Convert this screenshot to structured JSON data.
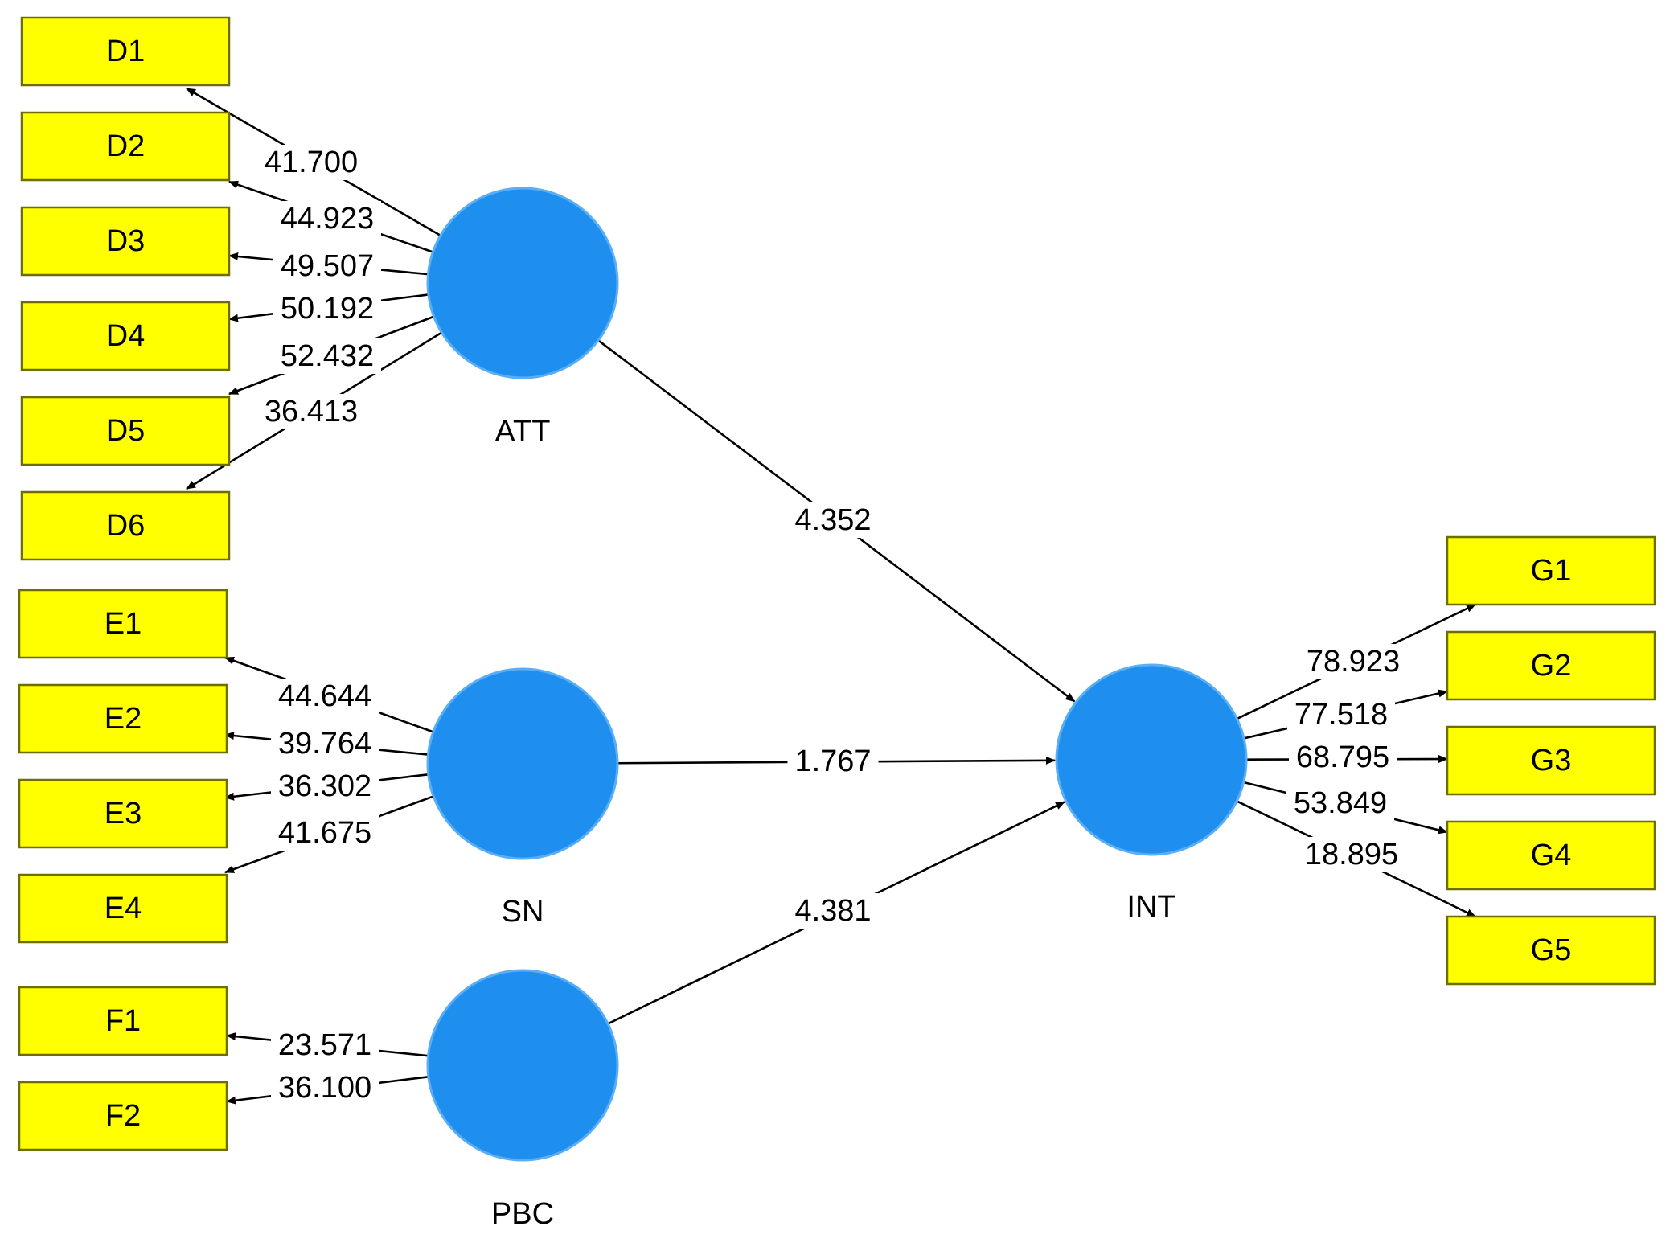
{
  "constructs": [
    {
      "id": "ATT",
      "label": "ATT"
    },
    {
      "id": "SN",
      "label": "SN"
    },
    {
      "id": "PBC",
      "label": "PBC"
    },
    {
      "id": "INT",
      "label": "INT"
    }
  ],
  "indicators": [
    {
      "id": "D1",
      "label": "D1"
    },
    {
      "id": "D2",
      "label": "D2"
    },
    {
      "id": "D3",
      "label": "D3"
    },
    {
      "id": "D4",
      "label": "D4"
    },
    {
      "id": "D5",
      "label": "D5"
    },
    {
      "id": "D6",
      "label": "D6"
    },
    {
      "id": "E1",
      "label": "E1"
    },
    {
      "id": "E2",
      "label": "E2"
    },
    {
      "id": "E3",
      "label": "E3"
    },
    {
      "id": "E4",
      "label": "E4"
    },
    {
      "id": "F1",
      "label": "F1"
    },
    {
      "id": "F2",
      "label": "F2"
    },
    {
      "id": "G1",
      "label": "G1"
    },
    {
      "id": "G2",
      "label": "G2"
    },
    {
      "id": "G3",
      "label": "G3"
    },
    {
      "id": "G4",
      "label": "G4"
    },
    {
      "id": "G5",
      "label": "G5"
    }
  ],
  "outer_loadings": [
    {
      "from": "ATT",
      "to": "D1",
      "value": "41.700"
    },
    {
      "from": "ATT",
      "to": "D2",
      "value": "44.923"
    },
    {
      "from": "ATT",
      "to": "D3",
      "value": "49.507"
    },
    {
      "from": "ATT",
      "to": "D4",
      "value": "50.192"
    },
    {
      "from": "ATT",
      "to": "D5",
      "value": "52.432"
    },
    {
      "from": "ATT",
      "to": "D6",
      "value": "36.413"
    },
    {
      "from": "SN",
      "to": "E1",
      "value": "44.644"
    },
    {
      "from": "SN",
      "to": "E2",
      "value": "39.764"
    },
    {
      "from": "SN",
      "to": "E3",
      "value": "36.302"
    },
    {
      "from": "SN",
      "to": "E4",
      "value": "41.675"
    },
    {
      "from": "PBC",
      "to": "F1",
      "value": "23.571"
    },
    {
      "from": "PBC",
      "to": "F2",
      "value": "36.100"
    },
    {
      "from": "INT",
      "to": "G1",
      "value": "78.923"
    },
    {
      "from": "INT",
      "to": "G2",
      "value": "77.518"
    },
    {
      "from": "INT",
      "to": "G3",
      "value": "68.795"
    },
    {
      "from": "INT",
      "to": "G4",
      "value": "53.849"
    },
    {
      "from": "INT",
      "to": "G5",
      "value": "18.895"
    }
  ],
  "structural_paths": [
    {
      "from": "ATT",
      "to": "INT",
      "value": "4.352"
    },
    {
      "from": "SN",
      "to": "INT",
      "value": "1.767"
    },
    {
      "from": "PBC",
      "to": "INT",
      "value": "4.381"
    }
  ],
  "colors": {
    "indicator_fill": "#ffff00",
    "construct_fill": "#1e8fef"
  }
}
